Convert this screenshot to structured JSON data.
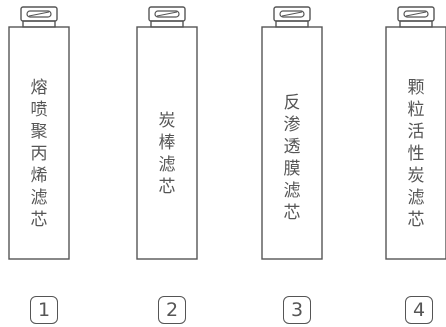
{
  "filters": [
    {
      "label": "熔喷聚丙烯滤芯",
      "number": "1"
    },
    {
      "label": "炭棒滤芯",
      "number": "2"
    },
    {
      "label": "反渗透膜滤芯",
      "number": "3"
    },
    {
      "label": "颗粒活性炭滤芯",
      "number": "4"
    }
  ],
  "colors": {
    "line": "#555555",
    "background": "#ffffff"
  }
}
